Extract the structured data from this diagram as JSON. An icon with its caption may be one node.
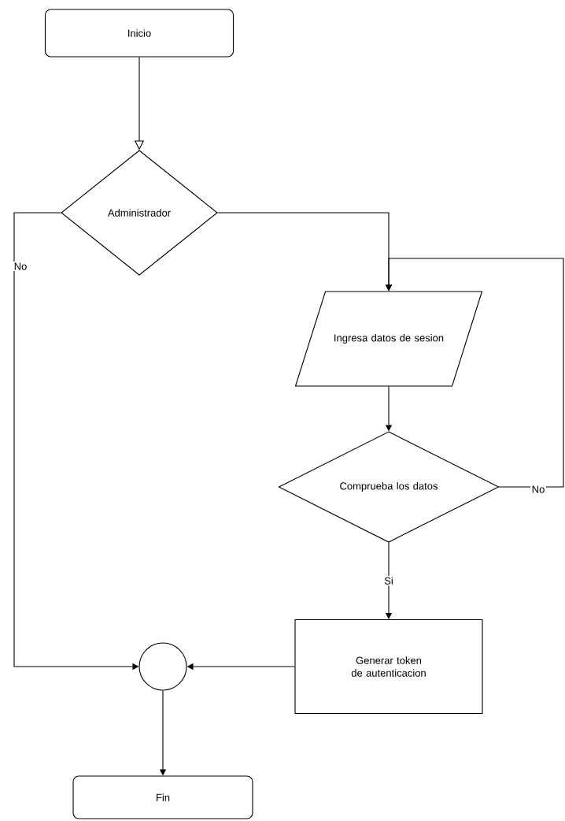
{
  "diagram": {
    "nodes": [
      {
        "text": [
          "Inicio"
        ]
      },
      {
        "text": [
          "Administrador"
        ]
      },
      {
        "text": [
          "Ingresa datos de sesion"
        ]
      },
      {
        "text": [
          "Comprueba los datos"
        ]
      },
      {
        "text": [
          "Generar token de autenticacion"
        ]
      },
      {
        "text": [],
        "shape": "circle"
      },
      {
        "text": [
          "Fin"
        ]
      }
    ],
    "edges": [
      {
        "from": 0,
        "to": 1,
        "arrow": "to"
      },
      {
        "from": 1,
        "to": 5,
        "arrow": "to",
        "label": "No"
      },
      {
        "from": 1,
        "to": 2,
        "arrow": "to"
      },
      {
        "from": 2,
        "to": 3,
        "arrow": "to"
      },
      {
        "from": 3,
        "to": 4,
        "arrow": "to",
        "label": "Si"
      },
      {
        "from": 3,
        "to": 2,
        "arrow": "to",
        "label": "No"
      },
      {
        "from": 4,
        "to": 5,
        "arrow": "to"
      },
      {
        "from": 5,
        "to": 6,
        "arrow": "to"
      }
    ]
  }
}
